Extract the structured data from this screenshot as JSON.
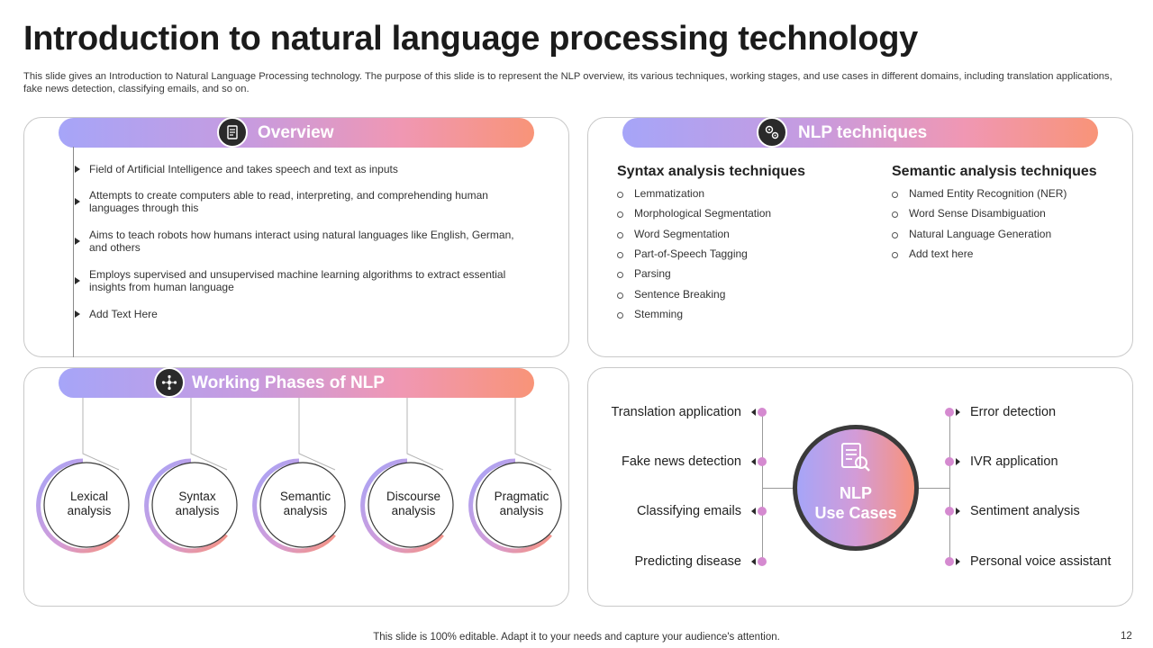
{
  "title": "Introduction to natural language processing technology",
  "subtitle": "This slide gives an Introduction to Natural Language Processing  technology. The purpose of this slide is to represent the NLP overview, its various techniques, working stages, and use cases in different domains, including translation applications, fake news detection, classifying emails, and so on.",
  "overview": {
    "heading": "Overview",
    "icon": "document-icon",
    "items": [
      "Field of Artificial Intelligence and takes speech and text as inputs",
      "Attempts to create computers able to read, interpreting, and comprehending human languages through this",
      "Aims to teach robots how humans interact using natural languages like English, German, and others",
      "Employs supervised and unsupervised machine learning algorithms to extract essential insights from human language",
      "Add Text Here"
    ]
  },
  "techniques": {
    "heading": "NLP techniques",
    "icon": "gears-icon",
    "syntax": {
      "title": "Syntax analysis techniques",
      "items": [
        "Lemmatization",
        "Morphological Segmentation",
        "Word Segmentation",
        "Part-of-Speech Tagging",
        "Parsing",
        "Sentence Breaking",
        "Stemming"
      ]
    },
    "semantic": {
      "title": "Semantic analysis techniques",
      "items": [
        "Named Entity Recognition (NER)",
        "Word Sense Disambiguation",
        "Natural Language Generation",
        "Add text here"
      ]
    }
  },
  "phases": {
    "heading": "Working Phases of NLP",
    "icon": "network-icon",
    "items": [
      {
        "line1": "Lexical",
        "line2": "analysis"
      },
      {
        "line1": "Syntax",
        "line2": "analysis"
      },
      {
        "line1": "Semantic",
        "line2": "analysis"
      },
      {
        "line1": "Discourse",
        "line2": "analysis"
      },
      {
        "line1": "Pragmatic",
        "line2": "analysis"
      }
    ]
  },
  "use_cases": {
    "center_line1": "NLP",
    "center_line2": "Use Cases",
    "icon": "document-search-icon",
    "left": [
      "Translation application",
      "Fake news detection",
      "Classifying emails",
      "Predicting disease"
    ],
    "right": [
      "Error detection",
      "IVR application",
      "Sentiment analysis",
      "Personal voice assistant"
    ]
  },
  "footer": "This slide is 100% editable. Adapt it to your needs and capture your audience's attention.",
  "page_number": "12",
  "colors": {
    "gradient_start": "#a6a5f8",
    "gradient_mid": "#f097b3",
    "gradient_end": "#f89478",
    "dark": "#2a2a2a",
    "dot": "#d58ad0"
  }
}
